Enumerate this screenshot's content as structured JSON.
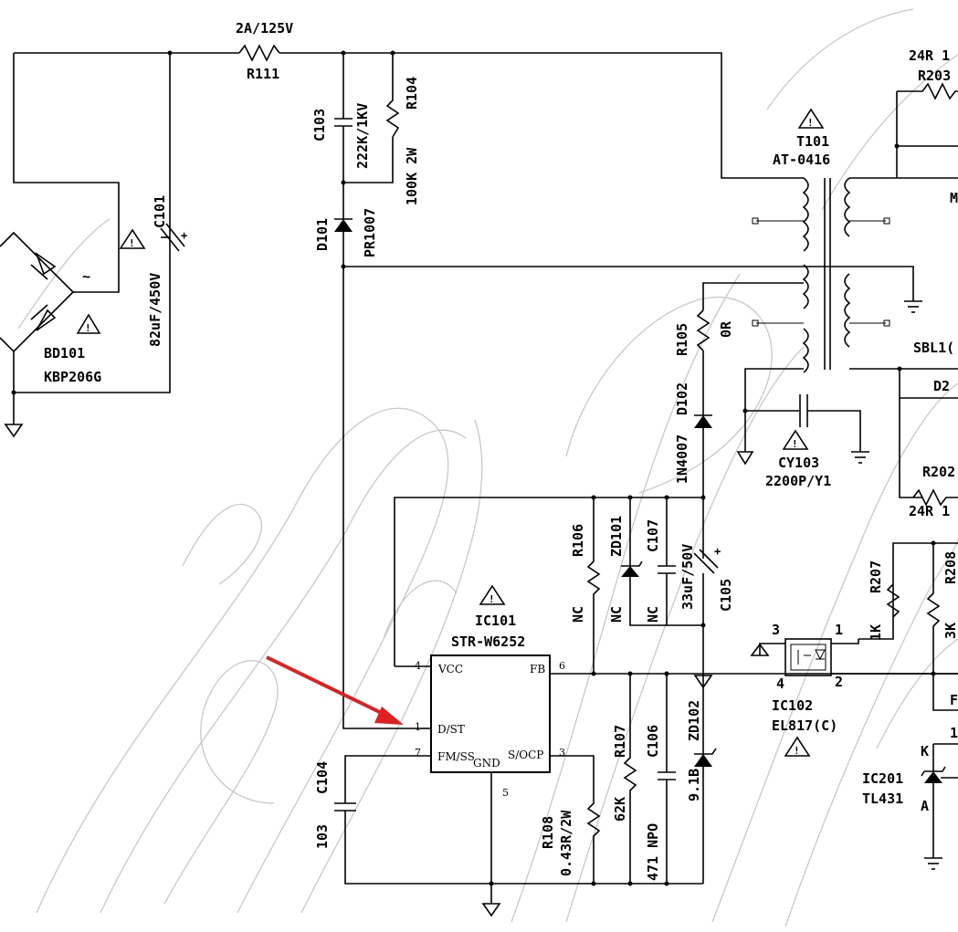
{
  "fuse": {
    "ref": "R111",
    "rating": "2A/125V"
  },
  "bridge": {
    "ref": "BD101",
    "part": "KBP206G",
    "ac_symbol": "~"
  },
  "c101": {
    "ref": "C101",
    "value": "82uF/450V"
  },
  "c103": {
    "ref": "C103",
    "value": "222K/1KV"
  },
  "r104": {
    "ref": "R104",
    "value": "100K 2W"
  },
  "d101": {
    "ref": "D101",
    "part": "PR1007"
  },
  "t101": {
    "ref": "T101",
    "part": "AT-0416"
  },
  "r105": {
    "ref": "R105",
    "value": "0R"
  },
  "d102": {
    "ref": "D102",
    "part": "1N4007"
  },
  "cy103": {
    "ref": "CY103",
    "value": "2200P/Y1"
  },
  "r106": {
    "ref": "R106",
    "value": "NC"
  },
  "zd101": {
    "ref": "ZD101",
    "value": "NC"
  },
  "c107": {
    "ref": "C107",
    "value": "NC"
  },
  "c105": {
    "ref": "C105",
    "value": "33uF/50V"
  },
  "ic101": {
    "ref": "IC101",
    "part": "STR-W6252",
    "pins": {
      "vcc": "VCC",
      "fb": "FB",
      "dst": "D/ST",
      "fmss": "FM/SS",
      "gnd": "GND",
      "socp": "S/OCP",
      "n4": "4",
      "n6": "6",
      "n1": "1",
      "n7": "7",
      "n3": "3",
      "n5": "5"
    }
  },
  "c104": {
    "ref": "C104",
    "value": "103"
  },
  "r108": {
    "ref": "R108",
    "value": "0.43R/2W"
  },
  "r107": {
    "ref": "R107",
    "value": "62K"
  },
  "c106": {
    "ref": "C106",
    "value": "471 NPO"
  },
  "zd102": {
    "ref": "ZD102",
    "value": "9.1B"
  },
  "ic102": {
    "ref": "IC102",
    "part": "EL817(C)",
    "pins": {
      "p1": "1",
      "p2": "2",
      "p3": "3",
      "p4": "4"
    }
  },
  "r207": {
    "ref": "R207",
    "value": "1K"
  },
  "r208": {
    "ref": "R208",
    "value": "3K"
  },
  "ic201": {
    "ref": "IC201",
    "part": "TL431",
    "k": "K",
    "a": "A"
  },
  "secondary": {
    "r203_ref": "R203",
    "r203_value": "24R 1",
    "r202_ref": "R202",
    "r202_value": "24R 1",
    "sbl_ref": "SBL1(",
    "d2_ref": "D2",
    "m_label": "M",
    "f_label": "F",
    "one_label": "1"
  },
  "warning_symbol": "⚠"
}
